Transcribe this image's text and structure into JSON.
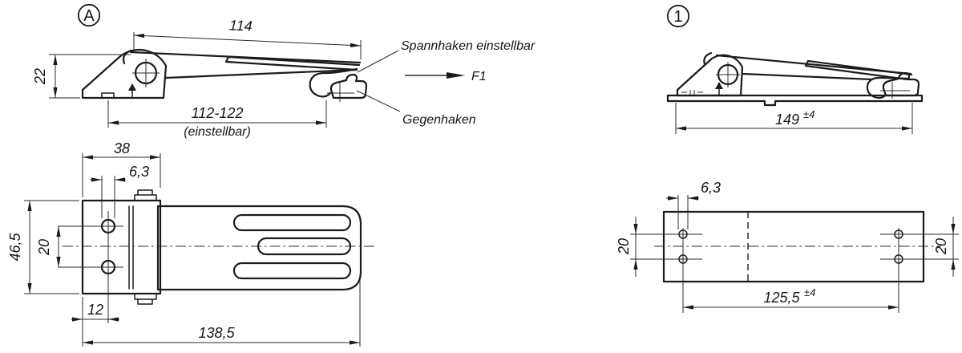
{
  "view_a_side": {
    "marker": "A",
    "dim_114": "114",
    "dim_22": "22",
    "dim_adjust_range": "112-122",
    "dim_adjust_note": "(einstellbar)",
    "label_spannhaken": "Spannhaken einstellbar",
    "label_f1": "F1",
    "label_gegenhaken": "Gegenhaken"
  },
  "view_a_top": {
    "dim_38": "38",
    "dim_6_3": "6,3",
    "dim_46_5": "46,5",
    "dim_20": "20",
    "dim_12": "12",
    "dim_138_5": "138,5"
  },
  "view_1_side": {
    "marker": "1",
    "dim_149": "149",
    "dim_149_tol": "±4"
  },
  "view_1_top": {
    "dim_6_3": "6,3",
    "dim_20_left": "20",
    "dim_20_right": "20",
    "dim_125_5": "125,5",
    "dim_125_5_tol": "±4"
  },
  "colors": {
    "line": "#1b1b1b",
    "background": "#ffffff"
  }
}
